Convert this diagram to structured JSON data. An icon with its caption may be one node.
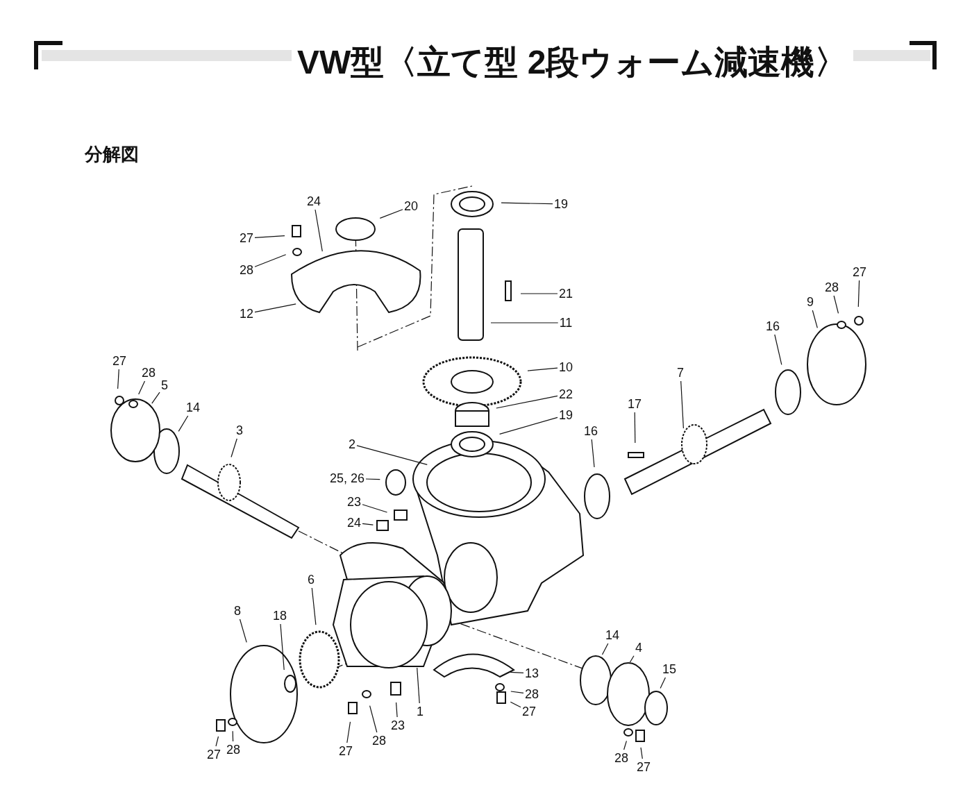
{
  "diagram": {
    "title": "VW型〈立て型 2段ウォーム減速機〉",
    "labels": [
      "分解図"
    ],
    "nodes": [
      {
        "text": [
          "24"
        ]
      },
      {
        "text": [
          "20"
        ]
      },
      {
        "text": [
          "19"
        ]
      },
      {
        "text": [
          "27"
        ]
      },
      {
        "text": [
          "28"
        ]
      },
      {
        "text": [
          "21"
        ]
      },
      {
        "text": [
          "12"
        ]
      },
      {
        "text": [
          "11"
        ]
      },
      {
        "text": [
          "27"
        ]
      },
      {
        "text": [
          "28"
        ]
      },
      {
        "text": [
          "9"
        ]
      },
      {
        "text": [
          "16"
        ]
      },
      {
        "text": [
          "27"
        ]
      },
      {
        "text": [
          "28"
        ]
      },
      {
        "text": [
          "5"
        ]
      },
      {
        "text": [
          "10"
        ]
      },
      {
        "text": [
          "7"
        ]
      },
      {
        "text": [
          "14"
        ]
      },
      {
        "text": [
          "22"
        ]
      },
      {
        "text": [
          "17"
        ]
      },
      {
        "text": [
          "3"
        ]
      },
      {
        "text": [
          "19"
        ]
      },
      {
        "text": [
          "16"
        ]
      },
      {
        "text": [
          "2"
        ]
      },
      {
        "text": [
          "25, 26"
        ]
      },
      {
        "text": [
          "23"
        ]
      },
      {
        "text": [
          "24"
        ]
      },
      {
        "text": [
          "6"
        ]
      },
      {
        "text": [
          "8"
        ]
      },
      {
        "text": [
          "18"
        ]
      },
      {
        "text": [
          "14"
        ]
      },
      {
        "text": [
          "4"
        ]
      },
      {
        "text": [
          "15"
        ]
      },
      {
        "text": [
          "13"
        ]
      },
      {
        "text": [
          "28"
        ]
      },
      {
        "text": [
          "27"
        ]
      },
      {
        "text": [
          "1"
        ]
      },
      {
        "text": [
          "23"
        ]
      },
      {
        "text": [
          "27"
        ]
      },
      {
        "text": [
          "28"
        ]
      },
      {
        "text": [
          "27"
        ]
      },
      {
        "text": [
          "28"
        ]
      },
      {
        "text": [
          "28"
        ]
      },
      {
        "text": [
          "27"
        ]
      }
    ],
    "edges": [
      {
        "from": 0,
        "to": null,
        "arrow": "none"
      },
      {
        "from": 1,
        "to": null,
        "arrow": "none"
      },
      {
        "from": 2,
        "to": null,
        "arrow": "none"
      },
      {
        "from": 3,
        "to": null,
        "arrow": "none"
      },
      {
        "from": 4,
        "to": null,
        "arrow": "none"
      },
      {
        "from": 5,
        "to": null,
        "arrow": "none"
      },
      {
        "from": 6,
        "to": null,
        "arrow": "none"
      },
      {
        "from": 7,
        "to": null,
        "arrow": "none"
      },
      {
        "from": 8,
        "to": null,
        "arrow": "none"
      },
      {
        "from": 9,
        "to": null,
        "arrow": "none"
      },
      {
        "from": 10,
        "to": null,
        "arrow": "none"
      },
      {
        "from": 11,
        "to": null,
        "arrow": "none"
      },
      {
        "from": 12,
        "to": null,
        "arrow": "none"
      },
      {
        "from": 13,
        "to": null,
        "arrow": "none"
      },
      {
        "from": 14,
        "to": null,
        "arrow": "none"
      },
      {
        "from": 15,
        "to": null,
        "arrow": "none"
      },
      {
        "from": 16,
        "to": null,
        "arrow": "none"
      },
      {
        "from": 17,
        "to": null,
        "arrow": "none"
      },
      {
        "from": 18,
        "to": null,
        "arrow": "none"
      },
      {
        "from": 19,
        "to": null,
        "arrow": "none"
      },
      {
        "from": 20,
        "to": null,
        "arrow": "none"
      },
      {
        "from": 21,
        "to": null,
        "arrow": "none"
      },
      {
        "from": 22,
        "to": null,
        "arrow": "none"
      },
      {
        "from": 23,
        "to": null,
        "arrow": "none"
      },
      {
        "from": 24,
        "to": null,
        "arrow": "none"
      },
      {
        "from": 25,
        "to": null,
        "arrow": "none"
      },
      {
        "from": 26,
        "to": null,
        "arrow": "none"
      },
      {
        "from": 27,
        "to": null,
        "arrow": "none"
      },
      {
        "from": 28,
        "to": null,
        "arrow": "none"
      },
      {
        "from": 29,
        "to": null,
        "arrow": "none"
      },
      {
        "from": 30,
        "to": null,
        "arrow": "none"
      },
      {
        "from": 31,
        "to": null,
        "arrow": "none"
      },
      {
        "from": 32,
        "to": null,
        "arrow": "none"
      },
      {
        "from": 33,
        "to": null,
        "arrow": "none"
      },
      {
        "from": 34,
        "to": null,
        "arrow": "none"
      },
      {
        "from": 35,
        "to": null,
        "arrow": "none"
      },
      {
        "from": 36,
        "to": null,
        "arrow": "none"
      },
      {
        "from": 37,
        "to": null,
        "arrow": "none"
      },
      {
        "from": 38,
        "to": null,
        "arrow": "none"
      },
      {
        "from": 39,
        "to": null,
        "arrow": "none"
      },
      {
        "from": 40,
        "to": null,
        "arrow": "none"
      },
      {
        "from": 41,
        "to": null,
        "arrow": "none"
      },
      {
        "from": 42,
        "to": null,
        "arrow": "none"
      },
      {
        "from": 43,
        "to": null,
        "arrow": "none"
      }
    ]
  }
}
